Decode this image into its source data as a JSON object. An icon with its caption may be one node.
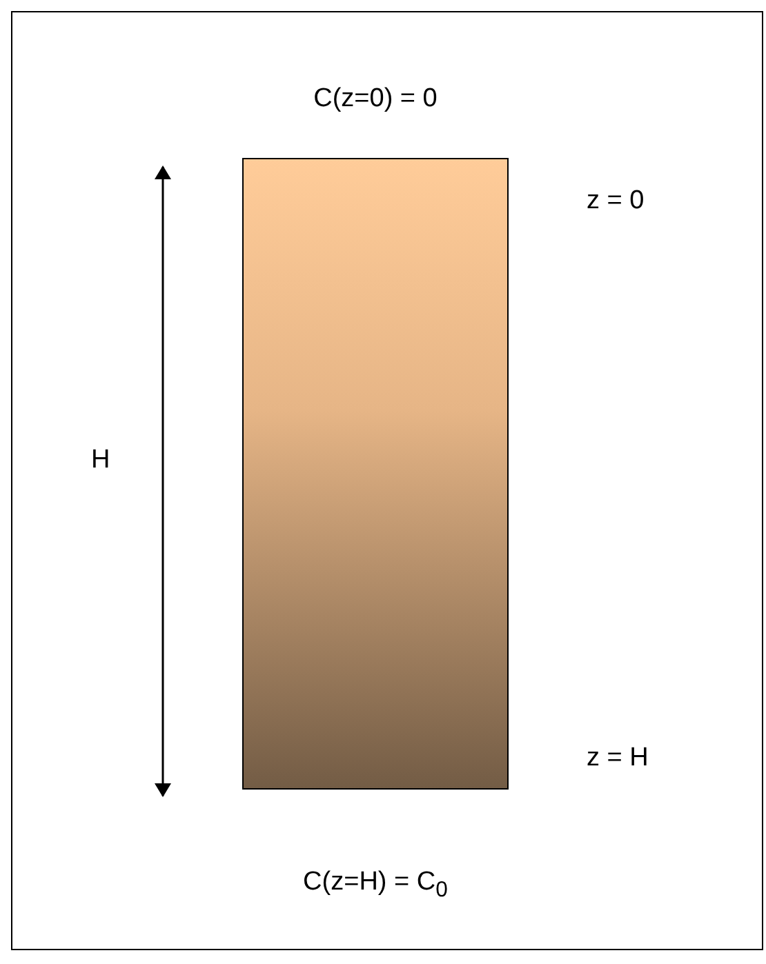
{
  "diagram": {
    "nodes": [
      {
        "text": [],
        "shape": "box"
      }
    ],
    "labels": [
      "C(z=0) = 0",
      "z = 0",
      "H",
      "z = H",
      "C(z=H) = C$_{0}$"
    ]
  }
}
